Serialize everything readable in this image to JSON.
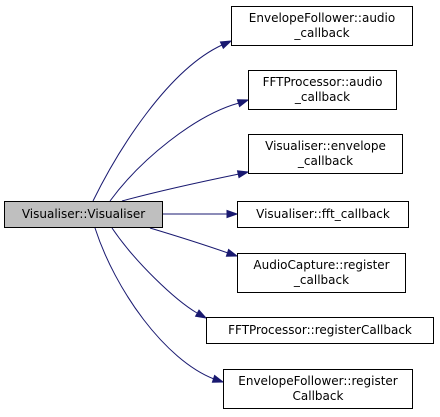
{
  "graph": {
    "root": {
      "label": "Visualiser::Visualiser"
    },
    "callees": [
      {
        "label": "EnvelopeFollower::audio\n_callback"
      },
      {
        "label": "FFTProcessor::audio\n_callback"
      },
      {
        "label": "Visualiser::envelope\n_callback"
      },
      {
        "label": "Visualiser::fft_callback"
      },
      {
        "label": "AudioCapture::register\n_callback"
      },
      {
        "label": "FFTProcessor::registerCallback"
      },
      {
        "label": "EnvelopeFollower::register\nCallback"
      }
    ]
  },
  "colors": {
    "edge": "#191970",
    "root_fill": "#bfbfbf",
    "node_fill": "#ffffff",
    "node_border": "#000000"
  }
}
